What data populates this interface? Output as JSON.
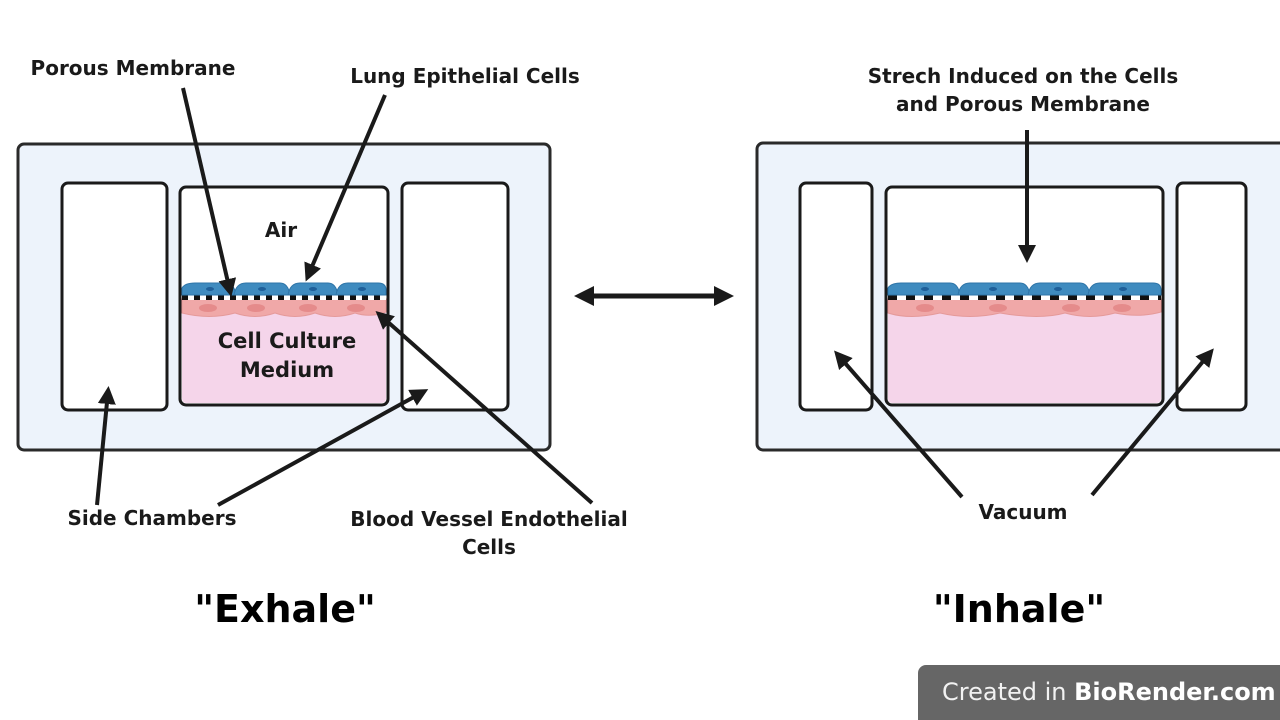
{
  "labels": {
    "porous_membrane": "Porous Membrane",
    "lung_epithelial": "Lung Epithelial Cells",
    "air": "Air",
    "medium_line1": "Cell Culture",
    "medium_line2": "Medium",
    "side_chambers": "Side Chambers",
    "blood_vessel_line1": "Blood Vessel Endothelial",
    "blood_vessel_line2": "Cells",
    "stretch_line1": "Strech Induced on the Cells",
    "stretch_line2": "and Porous Membrane",
    "vacuum": "Vacuum",
    "exhale": "\"Exhale\"",
    "inhale": "\"Inhale\""
  },
  "badge": {
    "prefix": "Created in ",
    "brand": "BioRender.com"
  },
  "colors": {
    "device": "#edf3fb",
    "medium": "#f5d5ea",
    "epithelial": "#3f8bbf",
    "endothelial": "#f0a8a8",
    "badge": "#666666"
  }
}
